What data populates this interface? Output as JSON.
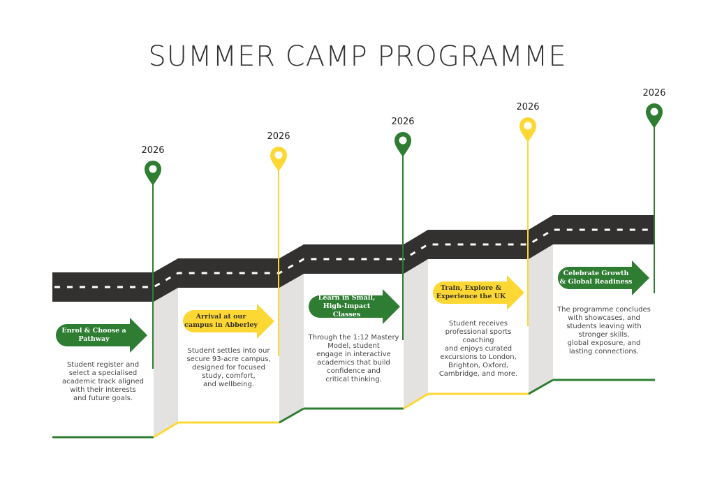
{
  "title": "SUMMER CAMP PROGRAMME",
  "colors": {
    "green": "#2e7d32",
    "yellow": "#fdd835",
    "road": "#333030",
    "fold": "#e4e2e0"
  },
  "steps": [
    {
      "year": "2026",
      "pin_color": "green",
      "heading": "Enrol & Choose a Pathway",
      "text": "Student register and\nselect a specialised\nacademic track aligned\nwith their interests\nand future goals."
    },
    {
      "year": "2026",
      "pin_color": "yellow",
      "heading": "Arrival at our campus in Abberley",
      "text": "Student settles into our\nsecure 93-acre campus,\ndesigned for focused\nstudy, comfort,\nand wellbeing."
    },
    {
      "year": "2026",
      "pin_color": "green",
      "heading": "Learn in Small, High-Impact Classes",
      "text": "Through the 1:12 Mastery\nModel, student\nengage in interactive\nacademics that build\nconfidence and\ncritical thinking."
    },
    {
      "year": "2026",
      "pin_color": "yellow",
      "heading": "Train, Explore & Experience the UK",
      "text": "Student receives\nprofessional sports\ncoaching\nand enjoys curated\nexcursions to London,\nBrighton, Oxford,\nCambridge, and more."
    },
    {
      "year": "2026",
      "pin_color": "green",
      "heading": "Celebrate Growth & Global Readiness",
      "text": "The programme concludes\nwith showcases, and\nstudents leaving with\nstronger skills,\nglobal exposure, and\nlasting connections."
    }
  ]
}
